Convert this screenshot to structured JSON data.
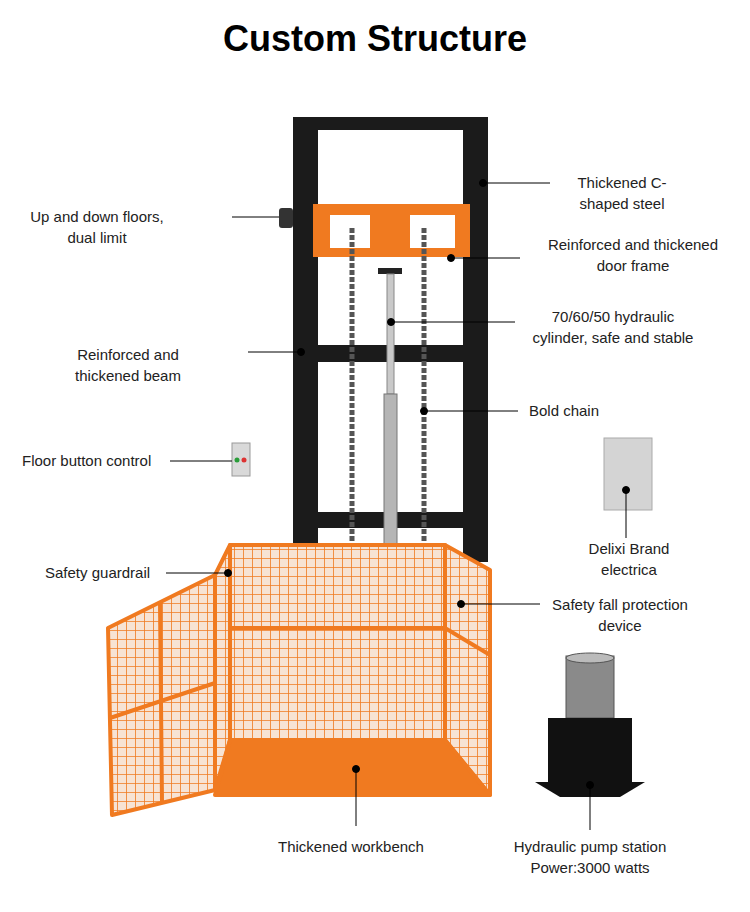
{
  "diagram": {
    "title": "Custom Structure",
    "labels": [
      "Thickened C-shaped steel",
      "Up and down floors, dual limit",
      "Reinforced and thickened door frame",
      "70/60/50 hydraulic cylinder, safe and stable",
      "Reinforced and thickened beam",
      "Bold chain",
      "Floor button control",
      "Delixi Brand electrica",
      "Safety guardrail",
      "Safety fall protection device",
      "Thickened workbench",
      "Hydraulic pump station Power:3000 watts"
    ]
  }
}
